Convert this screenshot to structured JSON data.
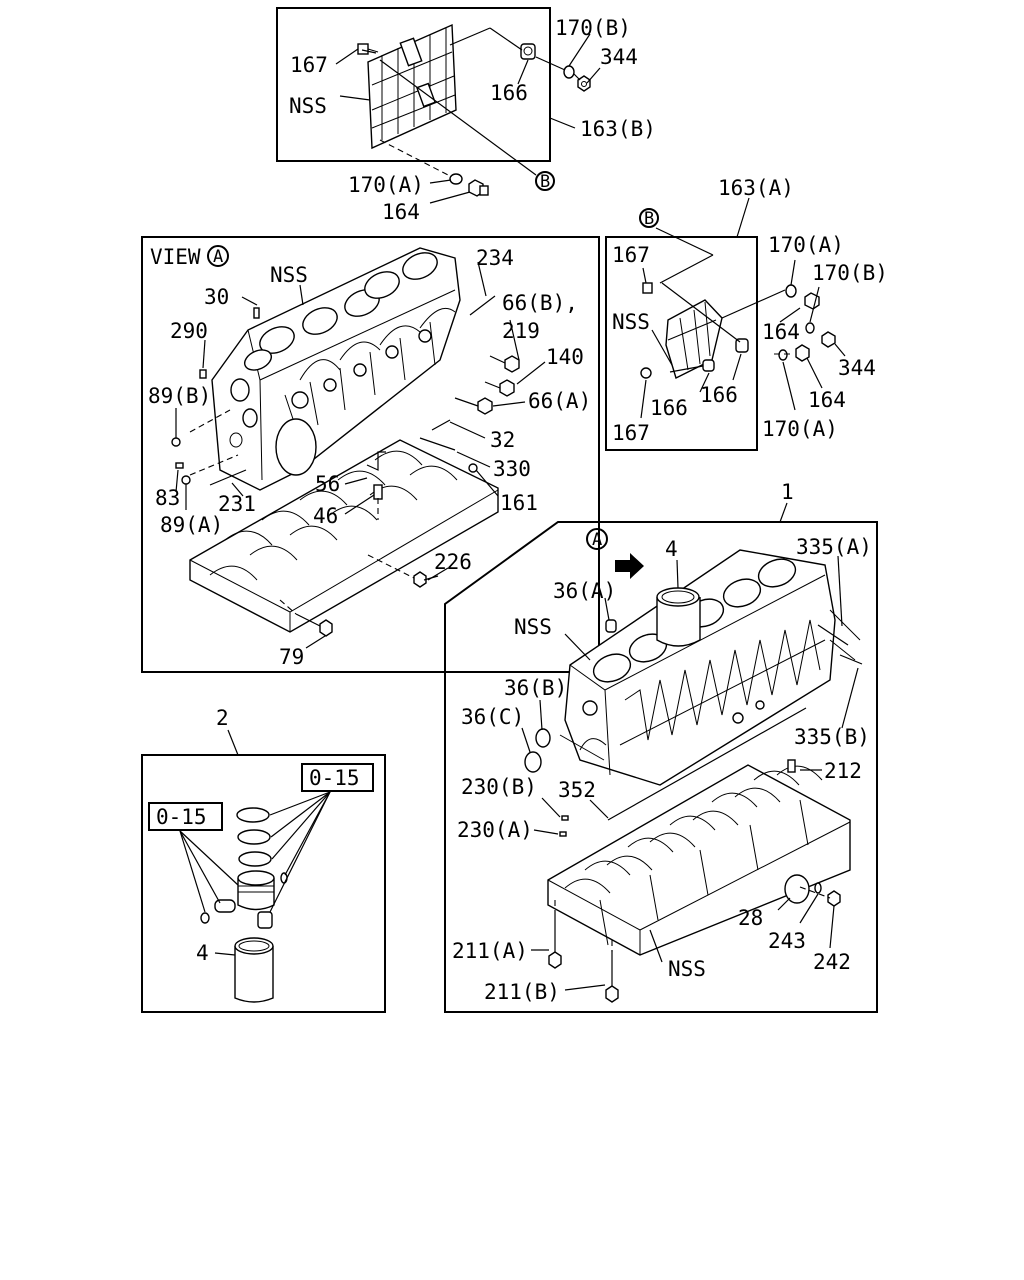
{
  "labels": {
    "tb_167": "167",
    "tb_nss": "NSS",
    "tb_170b": "170(B)",
    "tb_344": "344",
    "tb_166": "166",
    "tb_163b": "163(B)",
    "tb_b_marker": "B",
    "tb_170a": "170(A)",
    "tb_164": "164",
    "va_view": "VIEW",
    "va_marker": "A",
    "va_nss": "NSS",
    "va_234": "234",
    "va_30": "30",
    "va_66b": "66(B),",
    "va_219": "219",
    "va_290": "290",
    "va_140": "140",
    "va_89b": "89(B)",
    "va_66a": "66(A)",
    "va_32": "32",
    "va_330": "330",
    "va_56": "56",
    "va_161": "161",
    "va_83": "83",
    "va_46": "46",
    "va_231": "231",
    "va_89a": "89(A)",
    "va_226": "226",
    "va_79": "79",
    "r_163a": "163(A)",
    "r_b_marker": "B",
    "r_167_top": "167",
    "r_170a_top": "170(A)",
    "r_170b": "170(B)",
    "r_nss": "NSS",
    "r_164_top": "164",
    "r_344": "344",
    "r_166a": "166",
    "r_166b": "166",
    "r_164_bot": "164",
    "r_167_bot": "167",
    "r_170a_bot": "170(A)",
    "main_1": "1",
    "main_a_marker": "A",
    "main_4": "4",
    "main_335a": "335(A)",
    "main_36a": "36(A)",
    "main_nss_top": "NSS",
    "main_36b": "36(B)",
    "main_36c": "36(C)",
    "main_335b": "335(B)",
    "main_230b": "230(B)",
    "main_352": "352",
    "main_212": "212",
    "main_230a": "230(A)",
    "main_28": "28",
    "main_243": "243",
    "main_211a": "211(A)",
    "main_242": "242",
    "main_nss_bot": "NSS",
    "main_211b": "211(B)",
    "pk_2": "2",
    "pk_015_top": "0-15",
    "pk_015_left": "0-15",
    "pk_4": "4"
  }
}
